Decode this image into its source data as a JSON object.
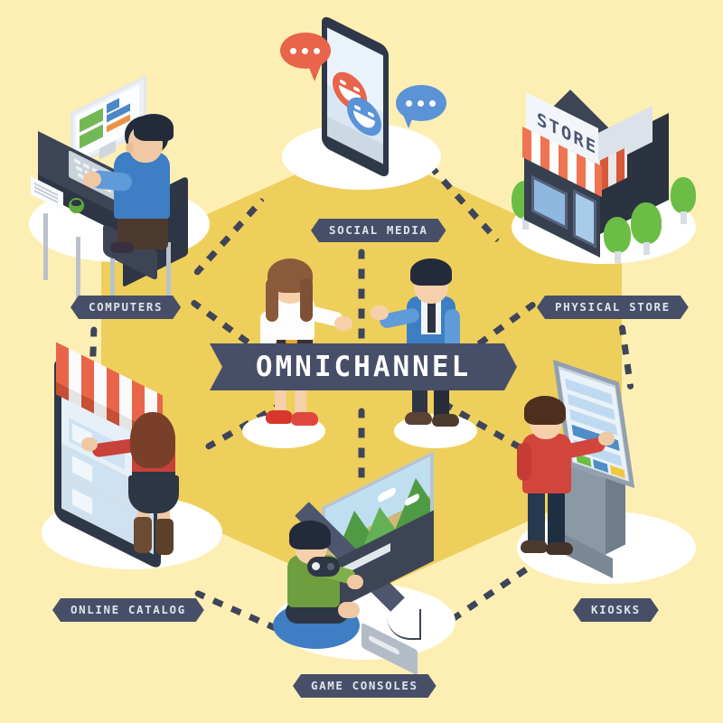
{
  "infographic": {
    "title": "OMNICHANNEL",
    "background_color": "#fdefb4",
    "hexagon_color": "#eecf5c",
    "label_color": "#474f68",
    "label_text_color": "#dfe3ea"
  },
  "center": {
    "banner_label": "OMNICHANNEL",
    "people": [
      {
        "name": "woman",
        "hair": "#8a5a3b",
        "top": "#ffffff",
        "belt": "#d23b33",
        "skirt": "#c8463c",
        "shoes": "#d8372e"
      },
      {
        "name": "man",
        "hair": "#232b3b",
        "suit": "#3d7ec4",
        "tie": "#2b3240",
        "pants": "#2e3544",
        "shoes": "#5a4334"
      }
    ]
  },
  "nodes": [
    {
      "id": "social-media",
      "label": "SOCIAL MEDIA",
      "scene": "smartphone with smiley reactions and chat bubbles",
      "colors": {
        "phone": "#2f3848",
        "bubble_red": "#e8644a",
        "bubble_blue": "#5b93d6"
      }
    },
    {
      "id": "physical-store",
      "label": "PHYSICAL STORE",
      "scene": "storefront building with striped awning and trees",
      "sign_text": "STORE",
      "colors": {
        "building": "#38404f",
        "awning_stripe": "#ef7452",
        "tree": "#6cbd45"
      }
    },
    {
      "id": "computers",
      "label": "COMPUTERS",
      "scene": "man working at desk with monitor and keyboard",
      "colors": {
        "desk": "#3c4456",
        "shirt": "#3d7ec4",
        "mug": "#5fa83f"
      }
    },
    {
      "id": "online-catalog",
      "label": "ONLINE CATALOG",
      "scene": "woman shopping on a large tablet with shop awning",
      "colors": {
        "tablet": "#2f3848",
        "awning_stripe": "#e8654a",
        "top": "#c8413a",
        "skirt": "#2e3544"
      }
    },
    {
      "id": "game-consoles",
      "label": "GAME CONSOLES",
      "scene": "man on cushion playing console game on television",
      "colors": {
        "shirt": "#6f9e3f",
        "cushion": "#3f7ec4",
        "tv": "#3c4456",
        "console": "#b3bcc6"
      }
    },
    {
      "id": "kiosks",
      "label": "KIOSKS",
      "scene": "man using a self-service touch kiosk terminal",
      "colors": {
        "sweater": "#d2453c",
        "jeans": "#26394f",
        "kiosk": "#8b98a6"
      }
    }
  ]
}
